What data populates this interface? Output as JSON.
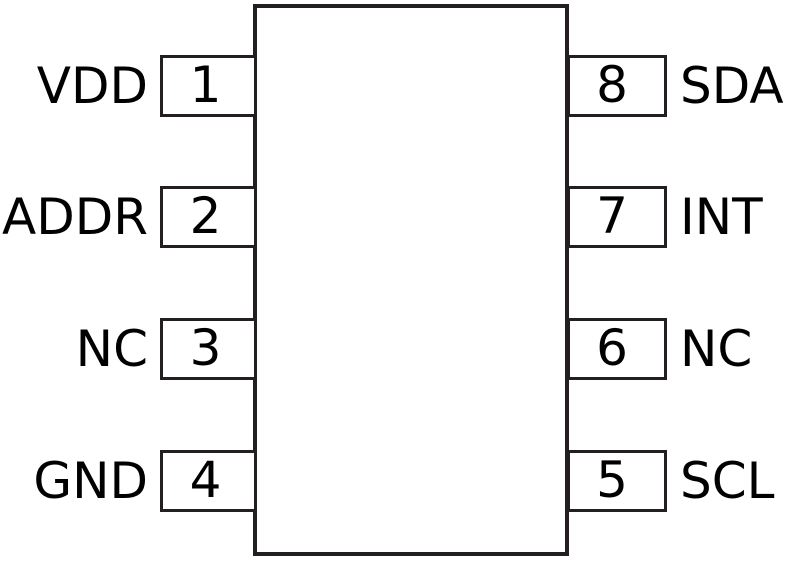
{
  "diagram": {
    "type": "ic-pinout",
    "package_pin_count": 8,
    "body": {
      "fill_color": "#ffffff",
      "stroke_color": "#231f20"
    },
    "left_pins": [
      {
        "number": "1",
        "name": "VDD"
      },
      {
        "number": "2",
        "name": "ADDR"
      },
      {
        "number": "3",
        "name": "NC"
      },
      {
        "number": "4",
        "name": "GND"
      }
    ],
    "right_pins": [
      {
        "number": "8",
        "name": "SDA"
      },
      {
        "number": "7",
        "name": "INT"
      },
      {
        "number": "6",
        "name": "NC"
      },
      {
        "number": "5",
        "name": "SCL"
      }
    ]
  }
}
